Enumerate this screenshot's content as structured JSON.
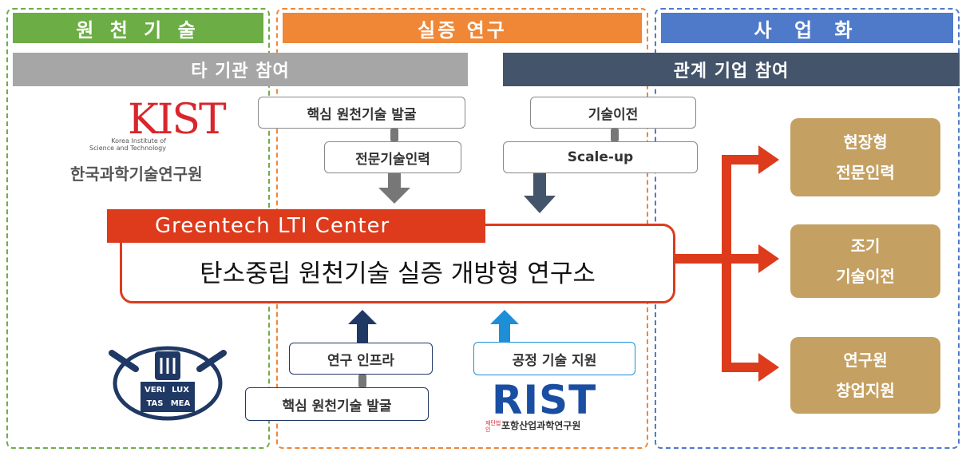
{
  "columns": {
    "origin": {
      "title": "원 천 기 술",
      "color": "#6cae45"
    },
    "demo": {
      "title": "실증 연구",
      "color": "#ef8736"
    },
    "biz": {
      "title": "사 업 화",
      "color": "#4f7ac9"
    }
  },
  "bands": {
    "other_inst": "타 기관 참여",
    "related_corp": "관계 기업 참여"
  },
  "kist": {
    "logo": "KIST",
    "subtitle_line1": "Korea Institute of",
    "subtitle_line2": "Science and Technology",
    "name": "한국과학기술연구원"
  },
  "snu": {
    "logo_text": "VERITAS LUX MEA",
    "cells": [
      "VERI",
      "LUX",
      "TAS",
      "MEA"
    ]
  },
  "rist": {
    "logo": "RIST",
    "prefix": "재단법인",
    "name": "포항산업과학연구원"
  },
  "boxes": {
    "top_left_1": "핵심 원천기술 발굴",
    "top_left_2": "전문기술인력",
    "top_right_1": "기술이전",
    "top_right_2": "Scale-up",
    "bottom_left_1": "연구 인프라",
    "bottom_left_2": "핵심 원천기술 발굴",
    "bottom_right_1": "공정 기술 지원"
  },
  "center": {
    "tag": "Greentech LTI Center",
    "title": "탄소중립 원천기술 실증 개방형 연구소"
  },
  "outcomes": [
    {
      "line1": "현장형",
      "line2": "전문인력"
    },
    {
      "line1": "조기",
      "line2": "기술이전"
    },
    {
      "line1": "연구원",
      "line2": "창업지원"
    }
  ],
  "colors": {
    "accent_red": "#dd3b1c",
    "gold": "#c4a062",
    "dark_slate": "#44546a",
    "gray_band": "#a6a6a6",
    "navy_arrow": "#1f3864",
    "light_blue_arrow": "#1e8fd7"
  }
}
